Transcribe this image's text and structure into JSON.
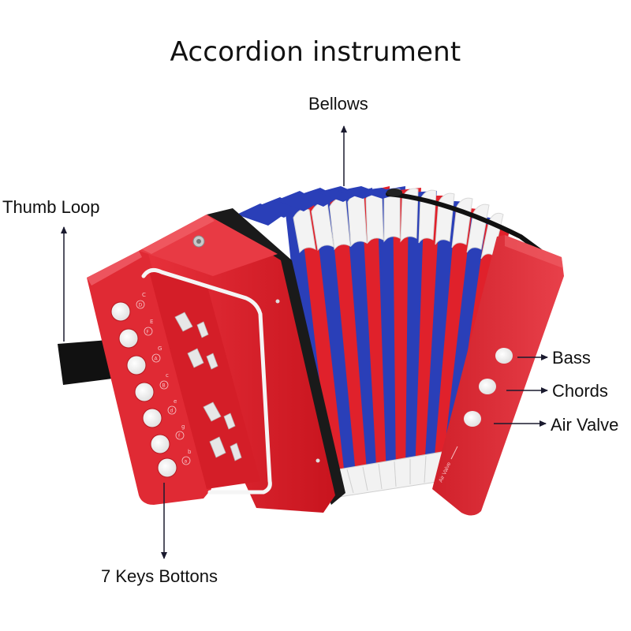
{
  "title": "Accordion instrument",
  "labels": {
    "bellows": "Bellows",
    "thumb_loop": "Thumb Loop",
    "bass": "Bass",
    "chords": "Chords",
    "air_valve": "Air Valve",
    "keys": "7 Keys Bottons"
  },
  "key_notes": {
    "upper": [
      "C",
      "E",
      "G",
      "c",
      "e",
      "g",
      "b"
    ],
    "circled": [
      "D",
      "F",
      "A",
      "B",
      "d",
      "f",
      "a"
    ]
  },
  "panel_text": "Air Valve",
  "colors": {
    "body_red": "#e0212b",
    "body_shadow": "#b3131c",
    "bellows_blue": "#2a3fb8",
    "bellows_white": "#f2f2f2",
    "arrow": "#1a1a2e"
  }
}
